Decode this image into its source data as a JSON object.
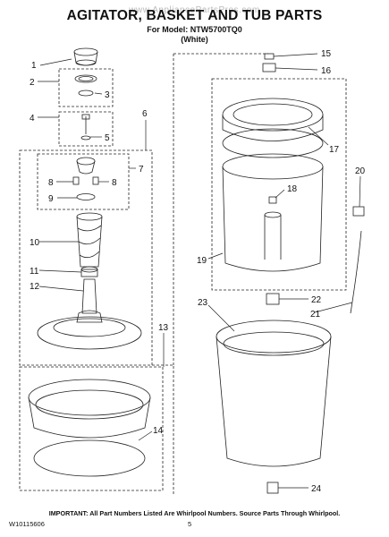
{
  "header": {
    "title": "AGITATOR, BASKET AND TUB PARTS",
    "model_line": "For Model: NTW5700TQ0",
    "color_line": "(White)",
    "watermark": "www.AppliancePartsPros.com"
  },
  "callouts": [
    "1",
    "2",
    "3",
    "4",
    "5",
    "6",
    "7",
    "8",
    "8",
    "9",
    "10",
    "11",
    "12",
    "13",
    "14",
    "15",
    "16",
    "17",
    "18",
    "19",
    "20",
    "21",
    "22",
    "23",
    "24"
  ],
  "footer": {
    "note": "IMPORTANT: All Part Numbers Listed Are Whirlpool Numbers. Source Parts Through Whirlpool.",
    "doc_number": "W10115606",
    "page_number": "5"
  }
}
